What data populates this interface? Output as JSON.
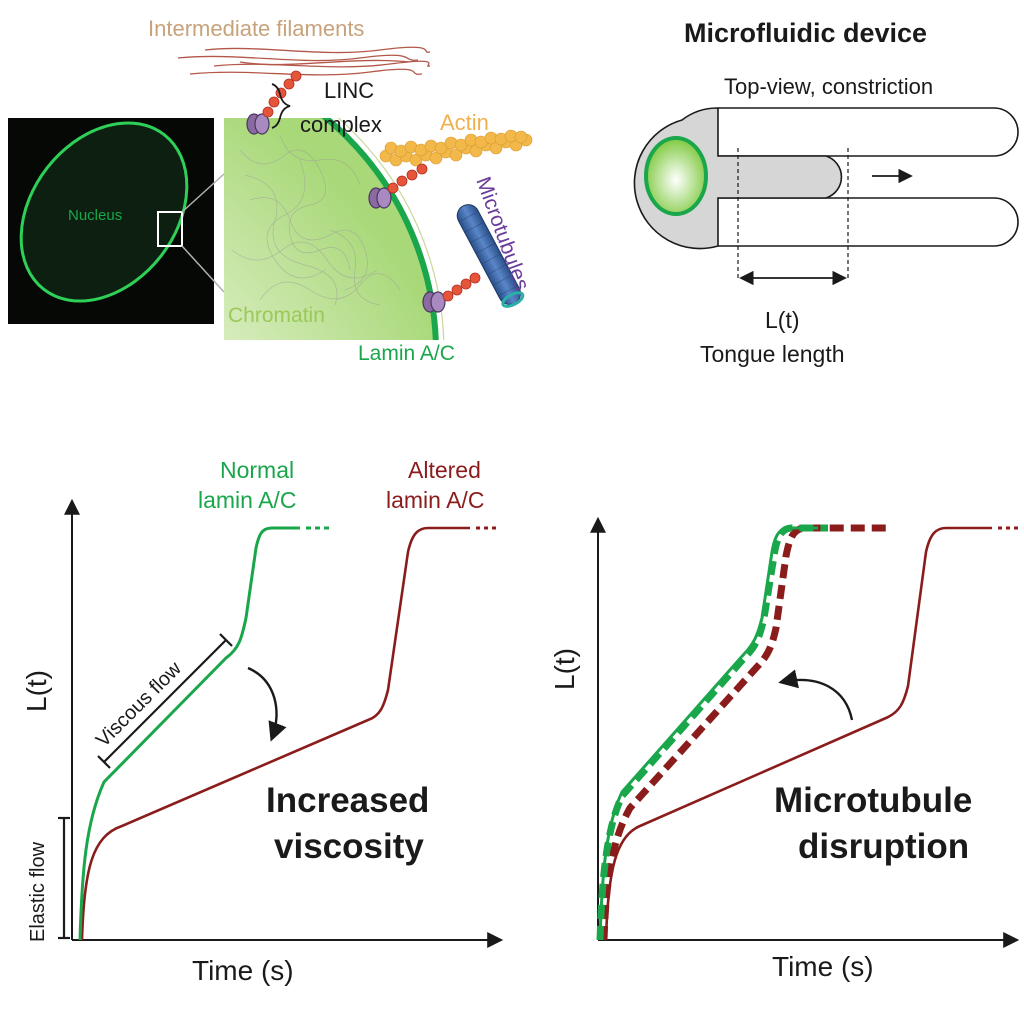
{
  "colors": {
    "green": "#1aa64a",
    "dark_red": "#8b1c1c",
    "black": "#1a1a1a",
    "filament_tan": "#c8a27a",
    "actin_orange": "#f0b050",
    "microtubule_purple": "#6a3d9a",
    "chromatin_green": "#9cc85a",
    "nucleus_green": "#22c040",
    "gray_fill": "#d4d4d4"
  },
  "cell_diagram": {
    "nucleus_label": "Nucleus",
    "intermediate_filaments": "Intermediate filaments",
    "linc_line1": "LINC",
    "linc_line2": "complex",
    "actin": "Actin",
    "microtubules": "Microtubules",
    "chromatin": "Chromatin",
    "lamin": "Lamin A/C"
  },
  "device": {
    "title": "Microfluidic device",
    "view_label": "Top-view, constriction",
    "length_symbol": "L(t)",
    "length_name": "Tongue length"
  },
  "left_plot": {
    "ylabel": "L(t)",
    "xlabel": "Time (s)",
    "normal_line1": "Normal",
    "normal_line2": "lamin A/C",
    "altered_line1": "Altered",
    "altered_line2": "lamin A/C",
    "viscous_flow": "Viscous flow",
    "elastic_flow": "Elastic flow",
    "effect_line1": "Increased",
    "effect_line2": "viscosity"
  },
  "right_plot": {
    "ylabel": "L(t)",
    "xlabel": "Time (s)",
    "effect_line1": "Microtubule",
    "effect_line2": "disruption"
  }
}
